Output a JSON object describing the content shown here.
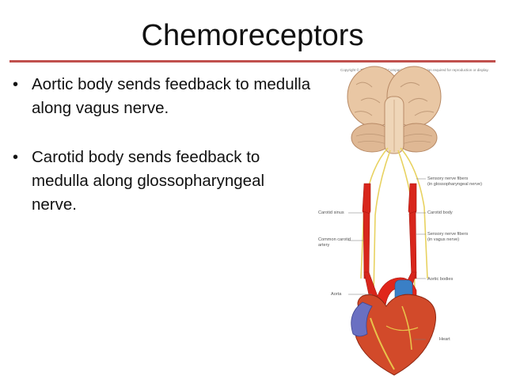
{
  "slide": {
    "title": "Chemoreceptors",
    "bullets": [
      "Aortic body sends feedback to medulla along vagus nerve.",
      "Carotid body sends feedback to medulla along glossopharyngeal nerve."
    ]
  },
  "figure": {
    "copyright": "Copyright © The McGraw-Hill Companies, Inc. Permission required for reproduction or display.",
    "labels": {
      "sensory_glosso_1": "Sensory nerve fibers",
      "sensory_glosso_2": "(in glossopharyngeal nerve)",
      "carotid_body": "Carotid body",
      "carotid_sinus": "Carotid sinus",
      "sensory_vagus_1": "Sensory nerve fibers",
      "sensory_vagus_2": "(in vagus nerve)",
      "common_carotid_1": "Common carotid",
      "common_carotid_2": "artery",
      "aortic_bodies": "Aortic bodies",
      "aorta": "Aorta",
      "heart": "Heart"
    },
    "colors": {
      "accent_rule": "#c0504d",
      "brain": "#e9c7a4",
      "artery": "#d8261c",
      "nerve": "#e8d260",
      "vein": "#3a7fc6"
    }
  }
}
